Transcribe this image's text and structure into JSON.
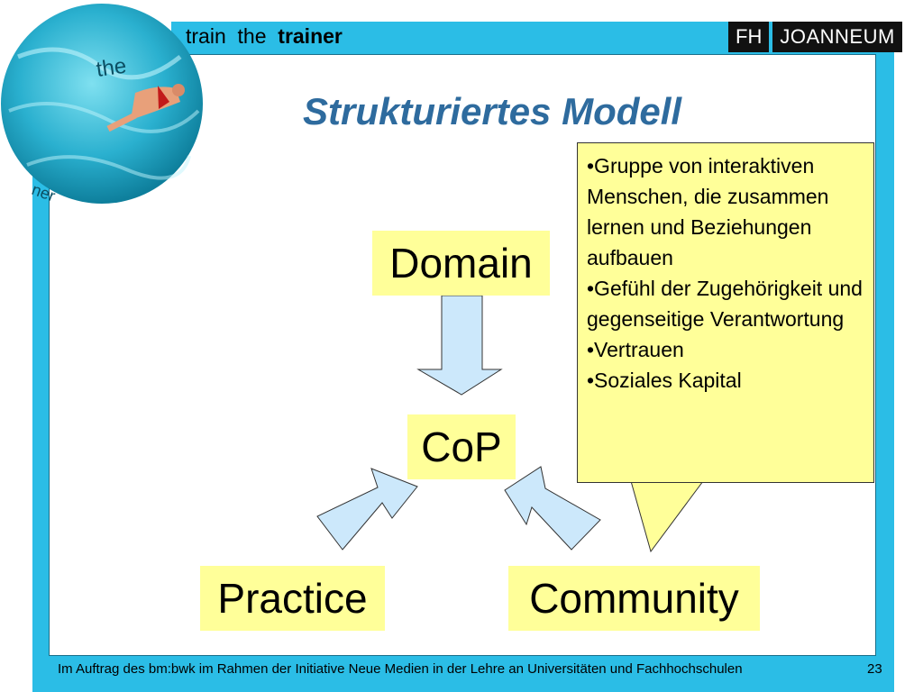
{
  "header": {
    "tagline_part1": "train  the  ",
    "tagline_bold": "trainer",
    "logo_left": "FH",
    "logo_right": "JOANNEUM",
    "globe_text_1": "the",
    "globe_text_2": "ner"
  },
  "slide": {
    "title": "Strukturiertes Modell",
    "nodes": {
      "domain": "Domain",
      "cop": "CoP",
      "practice": "Practice",
      "community": "Community"
    },
    "callout_items": [
      "•Gruppe von interaktiven Menschen, die zusammen lernen und Beziehungen aufbauen",
      "•Gefühl der Zugehörigkeit und gegenseitige Verantwortung",
      "•Vertrauen",
      "•Soziales Kapital"
    ]
  },
  "footer": {
    "text": "Im Auftrag des bm:bwk im Rahmen der Initiative Neue Medien in der Lehre an Universitäten und Fachhochschulen",
    "page_number": "23"
  },
  "colors": {
    "frame": "#2bbde6",
    "title": "#2e6b9e",
    "highlight": "#ffff99",
    "arrow_fill": "#cce8fb"
  }
}
